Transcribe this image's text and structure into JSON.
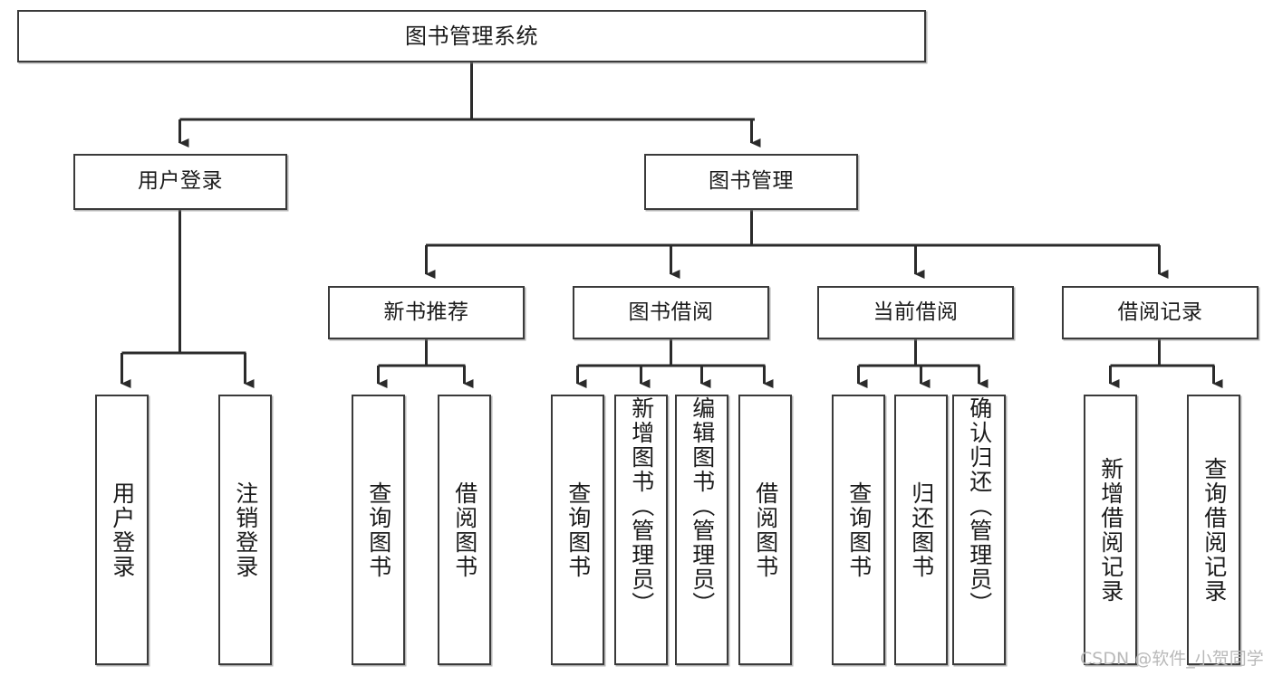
{
  "diagram": {
    "title": "图书管理系统",
    "type": "tree-hierarchy",
    "orientation": "top-down",
    "colors": {
      "box_border": "#3a3a3a",
      "box_fill": "#ffffff",
      "connector": "#2b2b2b",
      "text": "#1b1b1b",
      "watermark": "#b9b9b9",
      "background": "#ffffff"
    }
  },
  "watermark": {
    "text": "CSDN @软件_小贺同学"
  },
  "nodes": {
    "root": {
      "label": "图书管理系统"
    },
    "level2": [
      {
        "label": "用户登录"
      },
      {
        "label": "图书管理"
      }
    ],
    "level3": [
      {
        "label": "新书推荐"
      },
      {
        "label": "图书借阅"
      },
      {
        "label": "当前借阅"
      },
      {
        "label": "借阅记录"
      }
    ],
    "leaves": {
      "user_login": [
        {
          "label": "用户登录"
        },
        {
          "label": "注销登录"
        }
      ],
      "new_book_recommend": [
        {
          "label": "查询图书"
        },
        {
          "label": "借阅图书"
        }
      ],
      "book_borrow": [
        {
          "label": "查询图书"
        },
        {
          "label": "新增图书（管理员）"
        },
        {
          "label": "编辑图书（管理员）"
        },
        {
          "label": "借阅图书"
        }
      ],
      "current_borrow": [
        {
          "label": "查询图书"
        },
        {
          "label": "归还图书"
        },
        {
          "label": "确认归还（管理员）"
        }
      ],
      "borrow_record": [
        {
          "label": "新增借阅记录"
        },
        {
          "label": "查询借阅记录"
        }
      ]
    }
  }
}
